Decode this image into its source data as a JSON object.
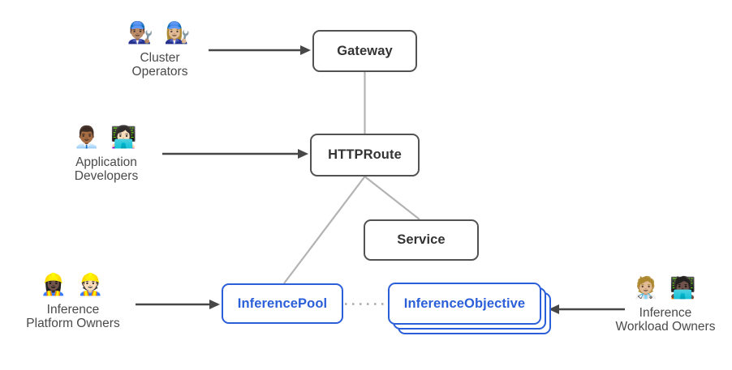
{
  "colors": {
    "background": "#ffffff",
    "node_border_gray": "#525252",
    "node_text_gray": "#333333",
    "accent_blue": "#2b5fd9",
    "connector_gray": "#b3b3b3",
    "arrow_dark": "#474747",
    "actor_label_gray": "#4a4a4a"
  },
  "nodes": {
    "gateway": {
      "label": "Gateway"
    },
    "httproute": {
      "label": "HTTPRoute"
    },
    "service": {
      "label": "Service"
    },
    "inference_pool": {
      "label": "InferencePool"
    },
    "inference_objective": {
      "label": "InferenceObjective",
      "stacked_copies": 3
    }
  },
  "actors": {
    "cluster_operators": {
      "emojis": "👨🏽‍🔧 👩🏼‍🔧",
      "line1": "Cluster",
      "line2": "Operators",
      "points_to": "Gateway"
    },
    "application_developers": {
      "emojis": "👨🏾‍💼 👩🏻‍💻",
      "line1": "Application",
      "line2": "Developers",
      "points_to": "HTTPRoute"
    },
    "inference_platform_owners": {
      "emojis": "👷🏿‍♀️ 👷🏻",
      "line1": "Inference",
      "line2": "Platform Owners",
      "points_to": "InferencePool"
    },
    "inference_workload_owners": {
      "emojis": "🧑🏼‍⚕️ 🧑🏿‍💻",
      "line1": "Inference",
      "line2": "Workload Owners",
      "points_to": "InferenceObjective"
    }
  },
  "edges": [
    {
      "from": "Gateway",
      "to": "HTTPRoute",
      "style": "solid"
    },
    {
      "from": "HTTPRoute",
      "to": "Service",
      "style": "solid"
    },
    {
      "from": "HTTPRoute",
      "to": "InferencePool",
      "style": "solid"
    },
    {
      "from": "InferencePool",
      "to": "InferenceObjective",
      "style": "dotted"
    }
  ],
  "actor_arrows": [
    {
      "from": "Cluster Operators",
      "to": "Gateway",
      "direction": "right"
    },
    {
      "from": "Application Developers",
      "to": "HTTPRoute",
      "direction": "right"
    },
    {
      "from": "Inference Platform Owners",
      "to": "InferencePool",
      "direction": "right"
    },
    {
      "from": "Inference Workload Owners",
      "to": "InferenceObjective",
      "direction": "left"
    }
  ]
}
